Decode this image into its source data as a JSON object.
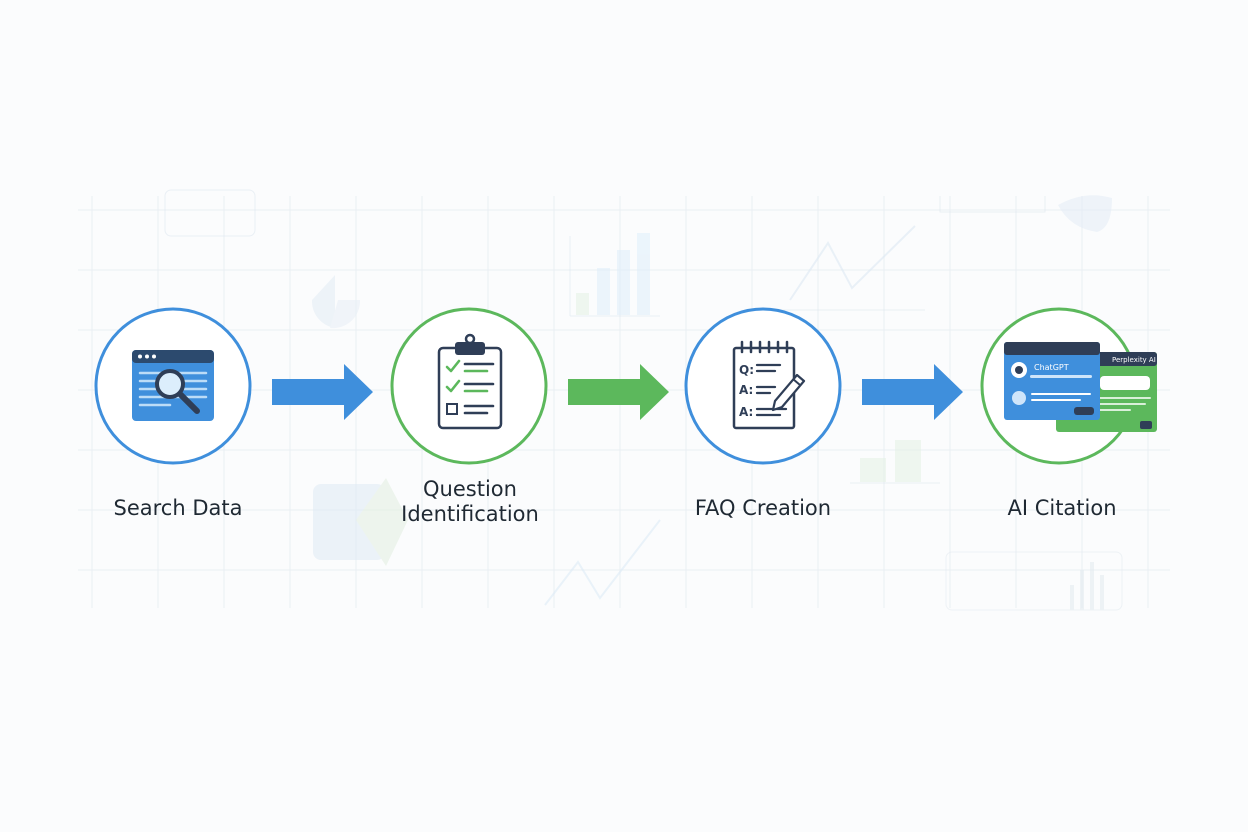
{
  "colors": {
    "blue": "#3f8fdc",
    "green": "#5cb85c",
    "navy": "#2f3e57",
    "grid": "#e9eff4"
  },
  "steps": [
    {
      "label": "Search Data",
      "ring": "blue",
      "icon": "browser-search-icon"
    },
    {
      "label": "Question Identification",
      "label_line1": "Question",
      "label_line2": "Identification",
      "ring": "green",
      "icon": "checklist-clipboard-icon"
    },
    {
      "label": "FAQ Creation",
      "ring": "blue",
      "icon": "faq-notepad-icon"
    },
    {
      "label": "AI Citation",
      "ring": "green",
      "icon": "ai-chat-windows-icon"
    }
  ],
  "connectors": [
    {
      "from": "Search Data",
      "to": "Question Identification",
      "color": "blue"
    },
    {
      "from": "Question Identification",
      "to": "FAQ Creation",
      "color": "green"
    },
    {
      "from": "FAQ Creation",
      "to": "AI Citation",
      "color": "blue"
    }
  ],
  "faq_icon": {
    "q": "Q:",
    "a": "A:"
  },
  "ai_icon": {
    "chat_title": "ChatGPT",
    "assistant_title": "Perplexity AI"
  }
}
